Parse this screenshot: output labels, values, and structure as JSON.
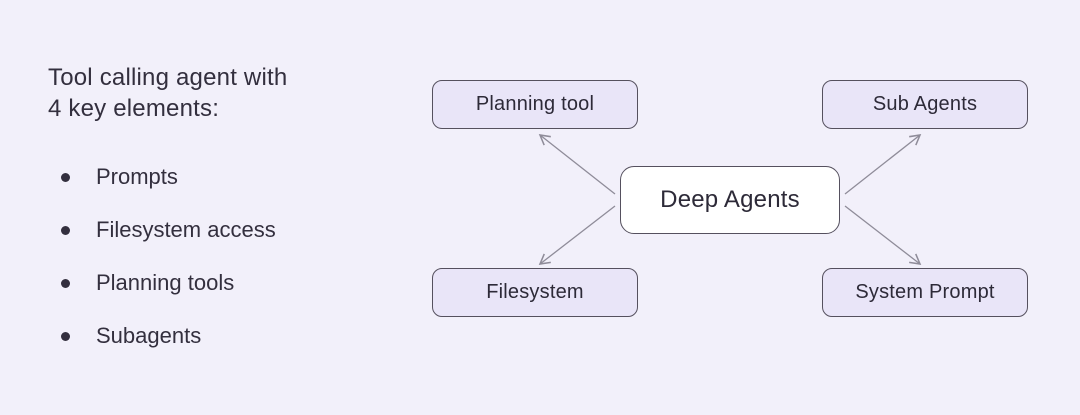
{
  "colors": {
    "bg": "#f2f0fa",
    "node_fill": "#e9e5f8",
    "node_border": "#55505e",
    "center_fill": "#ffffff",
    "arrow": "#8f8c99",
    "text": "#332f3e"
  },
  "left_panel": {
    "heading_line1": "Tool calling agent with",
    "heading_line2": "4 key elements:",
    "bullets": [
      {
        "label": "Prompts"
      },
      {
        "label": "Filesystem access"
      },
      {
        "label": "Planning tools"
      },
      {
        "label": "Subagents"
      }
    ]
  },
  "diagram": {
    "center": {
      "label": "Deep Agents"
    },
    "nodes": [
      {
        "id": "planning-tool",
        "label": "Planning tool"
      },
      {
        "id": "sub-agents",
        "label": "Sub Agents"
      },
      {
        "id": "filesystem",
        "label": "Filesystem"
      },
      {
        "id": "system-prompt",
        "label": "System Prompt"
      }
    ]
  }
}
